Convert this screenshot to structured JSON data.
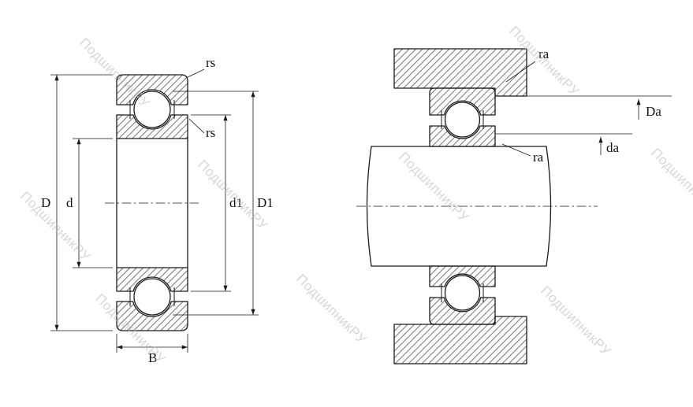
{
  "watermark": {
    "text": "ПодшипникРУ"
  },
  "left_view": {
    "labels": {
      "outer_diameter": "D",
      "bore_diameter": "d",
      "inner_shoulder": "d1",
      "outer_shoulder": "D1",
      "width": "B",
      "chamfer_outer": "rs",
      "chamfer_inner": "rs"
    }
  },
  "right_view": {
    "labels": {
      "fillet_housing": "ra",
      "fillet_shaft": "ra",
      "housing_abutment_diameter": "Da",
      "shaft_abutment_diameter": "da"
    }
  },
  "colors": {
    "line": "#1a1a1a",
    "watermark": "#bdbdbd",
    "background": "#ffffff"
  }
}
